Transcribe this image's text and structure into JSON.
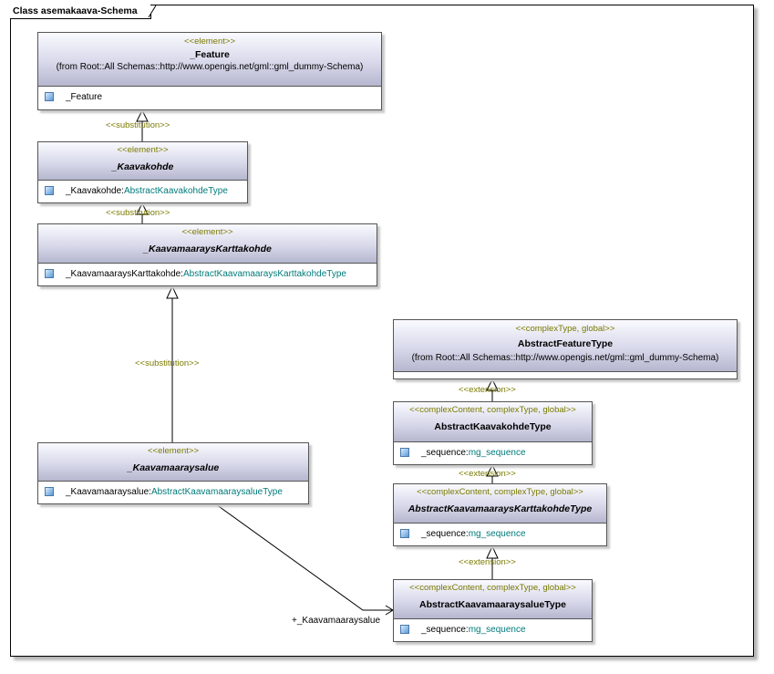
{
  "frame": {
    "title": "Class asemakaava-Schema"
  },
  "classes": {
    "feature": {
      "stereotype": "<<element>>",
      "name": "_Feature",
      "from": "(from Root::All Schemas::http://www.opengis.net/gml::gml_dummy-Schema)",
      "attr_name": "_Feature",
      "attr_type": ""
    },
    "kaavakohde": {
      "stereotype": "<<element>>",
      "name": "_Kaavakohde",
      "attr_name": "_Kaavakohde:",
      "attr_type": "AbstractKaavakohdeType"
    },
    "kaavamaaraysKarttakohde": {
      "stereotype": "<<element>>",
      "name": "_KaavamaaraysKarttakohde",
      "attr_name": "_KaavamaaraysKarttakohde:",
      "attr_type": "AbstractKaavamaaraysKarttakohdeType"
    },
    "kaavamaaraysalue": {
      "stereotype": "<<element>>",
      "name": "_Kaavamaaraysalue",
      "attr_name": "_Kaavamaaraysalue:",
      "attr_type": "AbstractKaavamaaraysalueType"
    },
    "abstractFeatureType": {
      "stereotype": "<<complexType, global>>",
      "name": "AbstractFeatureType",
      "from": "(from Root::All Schemas::http://www.opengis.net/gml::gml_dummy-Schema)"
    },
    "abstractKaavakohdeType": {
      "stereotype": "<<complexContent, complexType, global>>",
      "name": "AbstractKaavakohdeType",
      "attr_name": "_sequence:",
      "attr_type": "mg_sequence"
    },
    "abstractKaavamaaraysKarttakohdeType": {
      "stereotype": "<<complexContent, complexType, global>>",
      "name": "AbstractKaavamaaraysKarttakohdeType",
      "attr_name": "_sequence:",
      "attr_type": "mg_sequence"
    },
    "abstractKaavamaaraysalueType": {
      "stereotype": "<<complexContent, complexType, global>>",
      "name": "AbstractKaavamaaraysalueType",
      "attr_name": "_sequence:",
      "attr_type": "mg_sequence"
    }
  },
  "labels": {
    "substitution": "<<substitution>>",
    "extension": "<<extension>>",
    "role": "+_Kaavamaaraysalue"
  }
}
